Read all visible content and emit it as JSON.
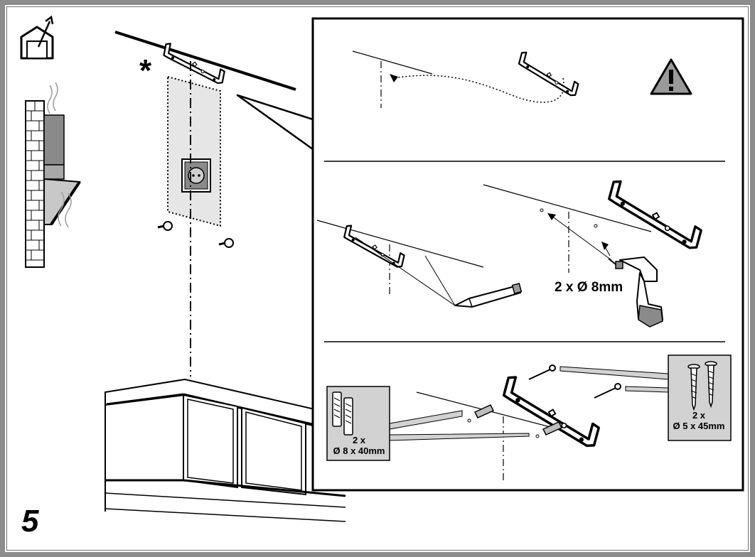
{
  "step": {
    "number": "5"
  },
  "marks": {
    "asterisk": "*"
  },
  "drill": {
    "size_label": "2 x Ø 8mm"
  },
  "wall_plugs": {
    "count": "2 x",
    "size": "Ø 8 x 40mm"
  },
  "screws": {
    "count": "2 x",
    "size": "Ø 5 x 45mm"
  },
  "icons": [
    "house-exhaust-icon",
    "warning-icon",
    "pencil-icon",
    "drill-icon",
    "wall-plug-icon",
    "screw-icon"
  ],
  "colors": {
    "frame": "#8c8c8c",
    "panel_fill": "#d2d2d2",
    "warning_fill": "#9a9a9a"
  }
}
